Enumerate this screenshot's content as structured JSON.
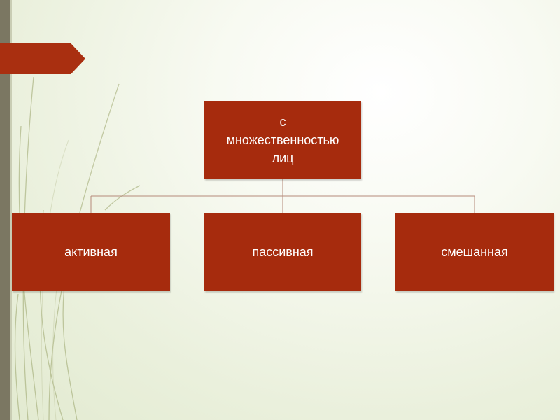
{
  "diagram": {
    "root": {
      "label": "с\nмножественностью\nлиц"
    },
    "children": [
      {
        "label": "активная"
      },
      {
        "label": "пассивная"
      },
      {
        "label": "смешанная"
      }
    ]
  },
  "colors": {
    "box_fill": "#a62b0d",
    "box_text": "#ffffff",
    "connector": "#b58a7a",
    "accent_tab": "#a92f10",
    "left_bar": "#7b7762"
  }
}
